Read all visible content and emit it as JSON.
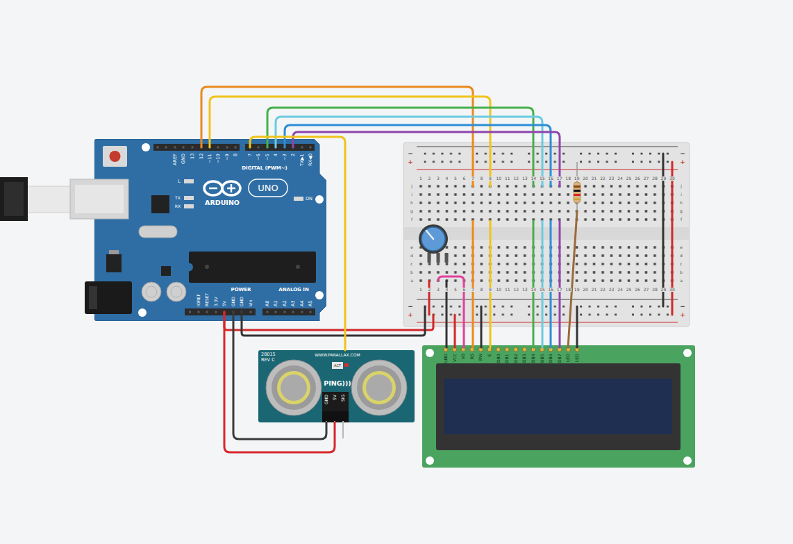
{
  "diagram": {
    "nodes": [
      {
        "text": [
          "AREF",
          "GND",
          "13",
          "12",
          "~11",
          "~10",
          "~9",
          "8",
          "7",
          "~6",
          "~5",
          "4",
          "~3",
          "2",
          "TX▶1",
          "RX◀0",
          "DIGITAL (PWM~)",
          "L",
          "TX",
          "RX",
          "ARDUINO",
          "UNO",
          "ON",
          "IOREF",
          "RESET",
          "3.3V",
          "5V",
          "GND",
          "GND",
          "Vin",
          "POWER",
          "ANALOG IN",
          "A0",
          "A1",
          "A2",
          "A3",
          "A4",
          "A5"
        ]
      },
      {
        "text": [
          "28015",
          "REV C",
          "WWW.PARALLAX.COM",
          "ACT",
          "PING)))",
          "GND",
          "5V",
          "SIG"
        ]
      },
      {
        "text": [
          "GND",
          "VCC",
          "V0",
          "RS",
          "RW",
          "E",
          "DB0",
          "DB1",
          "DB2",
          "DB3",
          "DB4",
          "DB5",
          "DB6",
          "DB7",
          "LED",
          "LED"
        ]
      }
    ],
    "edges": [
      {
        "from": 0,
        "to": 1,
        "arrow": "none"
      },
      {
        "from": 0,
        "to": 1,
        "arrow": "none"
      },
      {
        "from": 0,
        "to": 1,
        "arrow": "none"
      }
    ],
    "labels": [
      "1",
      "2",
      "3",
      "4",
      "5",
      "6",
      "7",
      "8",
      "9",
      "10",
      "11",
      "12",
      "13",
      "14",
      "15",
      "16",
      "17",
      "18",
      "19",
      "20",
      "21",
      "22",
      "23",
      "24",
      "25",
      "26",
      "27",
      "28",
      "29",
      "30",
      "1",
      "2",
      "3",
      "4",
      "5",
      "6",
      "7",
      "8",
      "9",
      "10",
      "11",
      "12",
      "13",
      "14",
      "15",
      "16",
      "17",
      "18",
      "19",
      "20",
      "21",
      "22",
      "23",
      "24",
      "25",
      "26",
      "27",
      "28",
      "29",
      "30",
      "j",
      "i",
      "h",
      "g",
      "f",
      "e",
      "d",
      "c",
      "b",
      "a",
      "j",
      "i",
      "h",
      "g",
      "f",
      "e",
      "d",
      "c",
      "b",
      "a",
      "−",
      "+",
      "−",
      "+",
      "−",
      "+",
      "−",
      "+"
    ]
  }
}
